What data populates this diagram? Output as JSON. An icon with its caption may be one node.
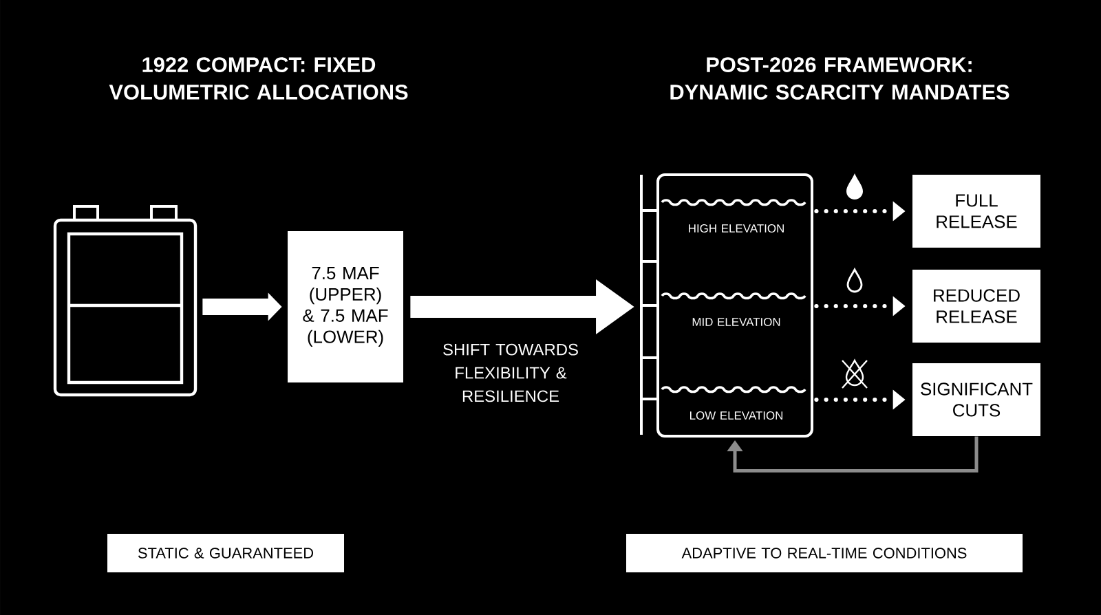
{
  "diagram": {
    "nodes": [
      {
        "text": [],
        "shape": "box"
      },
      {
        "text": [
          "7.5 MAF (UPPER) & 7.5 MAF (LOWER)"
        ]
      },
      {
        "text": [],
        "shape": "box"
      },
      {
        "text": [
          "HIGH ELEVATION"
        ],
        "in": 2
      },
      {
        "text": [
          "MID ELEVATION"
        ],
        "in": 2
      },
      {
        "text": [
          "LOW ELEVATION"
        ],
        "in": 2
      },
      {
        "text": [
          "FULL RELEASE"
        ]
      },
      {
        "text": [
          "REDUCED RELEASE"
        ]
      },
      {
        "text": [
          "SIGNIFICANT CUTS"
        ]
      },
      {
        "text": [
          "STATIC & GUARANTEED"
        ]
      },
      {
        "text": [
          "ADAPTIVE TO REAL-TIME CONDITIONS"
        ]
      }
    ],
    "edges": [
      {
        "from": 0,
        "to": 1,
        "arrow": "to",
        "style": "thick"
      },
      {
        "from": 1,
        "to": 2,
        "arrow": "to",
        "style": "thick",
        "label": "SHIFT TOWARDS FLEXIBILITY & RESILIENCE"
      },
      {
        "from": 3,
        "to": 6,
        "arrow": "to",
        "style": "dashed"
      },
      {
        "from": 4,
        "to": 7,
        "arrow": "to",
        "style": "dashed"
      },
      {
        "from": 5,
        "to": 8,
        "arrow": "to",
        "style": "dashed"
      },
      {
        "from": 8,
        "to": 2,
        "arrow": "to",
        "color": "#8c8c8c"
      }
    ],
    "labels": [
      "1922 COMPACT: FIXED VOLUMETRIC ALLOCATIONS",
      "POST-2026 FRAMEWORK: DYNAMIC SCARCITY MANDATES"
    ]
  }
}
